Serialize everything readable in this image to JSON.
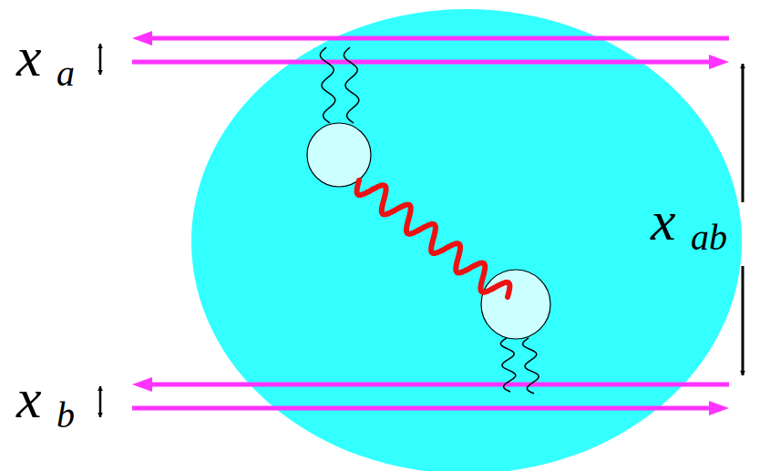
{
  "diagram": {
    "labels": [
      "x",
      "a",
      "x",
      "b",
      "x",
      "ab"
    ]
  }
}
